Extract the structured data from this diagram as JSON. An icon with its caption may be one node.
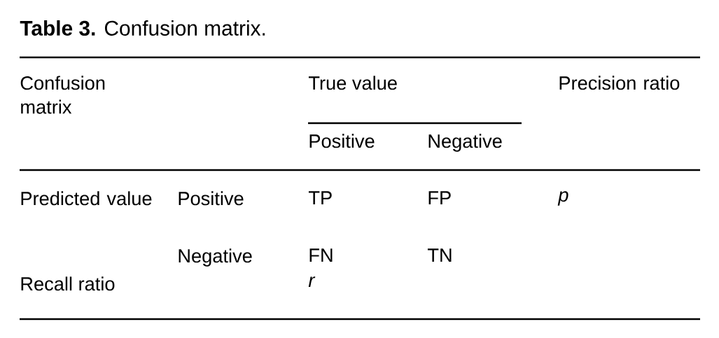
{
  "diagram": {
    "title": "**Table 3.**  Confusion matrix.",
    "labels": [
      "Confusion matrix",
      "True value",
      "Precision ratio",
      "Positive",
      "Negative",
      "Predicted value",
      "Positive",
      "TP",
      "FP",
      "p",
      "Negative",
      "FN",
      "TN",
      "Recall ratio",
      "r"
    ]
  }
}
